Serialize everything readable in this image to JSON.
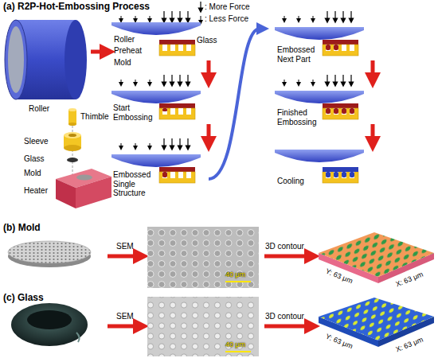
{
  "diagram": {
    "labels": [
      "(a) R2P-Hot-Embossing Process",
      "Roller",
      "Thimble",
      "Sleeve",
      "Glass",
      "Mold",
      "Heater",
      "Roller",
      "Glass",
      "Preheat",
      "Mold",
      "Start Embossing",
      "Embossed Single Structure",
      "Embossed Next Part",
      "Finished Embossing",
      "Cooling",
      "(b) Mold",
      "SEM",
      "40 μm",
      "3D contour",
      "Y: 63 μm",
      "X: 63 μm",
      "(c) Glass",
      "SEM",
      "40 μm",
      "3D contour",
      "Y: 63 μm",
      "X: 63 μm"
    ],
    "legend": [
      {
        "text": ": More Force"
      },
      {
        "text": ": Less Force"
      }
    ]
  }
}
